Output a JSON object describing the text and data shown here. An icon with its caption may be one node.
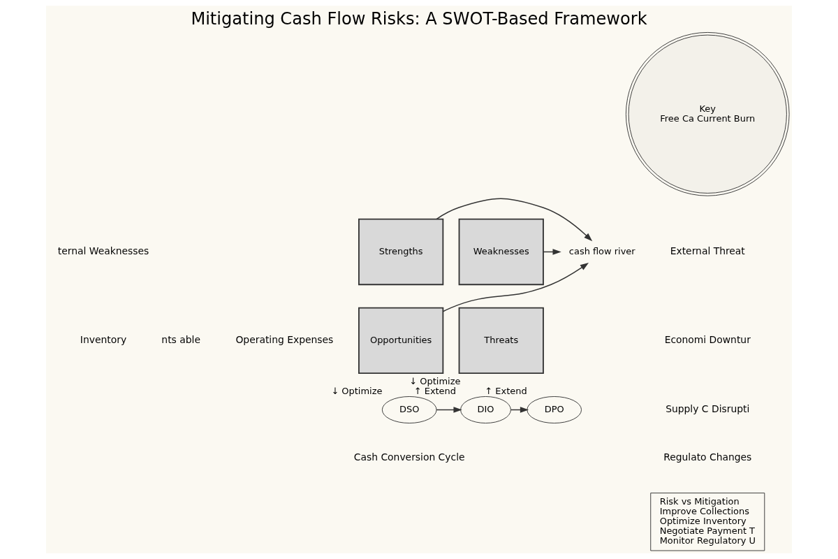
{
  "diagram": {
    "title": "Mitigating Cash Flow Risks: A SWOT-Based Framework",
    "nodes": [
      {
        "text": [
          "Strengths"
        ]
      },
      {
        "text": [
          "Weaknesses"
        ]
      },
      {
        "text": [
          "Opportunities"
        ]
      },
      {
        "text": [
          "Threats"
        ]
      },
      {
        "text": [
          "cash flow river"
        ]
      },
      {
        "text": [
          "DSO"
        ],
        "beside": [
          "↓ Optimize"
        ]
      },
      {
        "text": [
          "DIO"
        ],
        "beside": [
          "↓ Optimize",
          "↑ Extend"
        ]
      },
      {
        "text": [
          "DPO"
        ],
        "beside": [
          "↑ Extend"
        ]
      },
      {
        "text": [
          "Key",
          "Free Ca Current Burn"
        ]
      },
      {
        "text": [
          "Risk vs Mitigation",
          "Improve Collections",
          "Optimize Inventory",
          "Negotiate Payment T",
          "Monitor Regulatory U"
        ]
      }
    ],
    "edges": [
      {
        "from": 0,
        "to": 4,
        "arrow": "to"
      },
      {
        "from": 1,
        "to": 4,
        "arrow": "to"
      },
      {
        "from": 2,
        "to": 4,
        "arrow": "to"
      },
      {
        "from": 5,
        "to": 6,
        "arrow": "to"
      },
      {
        "from": 6,
        "to": 7,
        "arrow": "to"
      }
    ],
    "labels": [
      "ternal Weaknesses",
      "nts able",
      "Inventory",
      "Operating Expenses",
      "External Threat",
      "Economi Downtur",
      "Supply C Disrupti",
      "Regulato Changes",
      "Cash Conversion Cycle"
    ]
  }
}
